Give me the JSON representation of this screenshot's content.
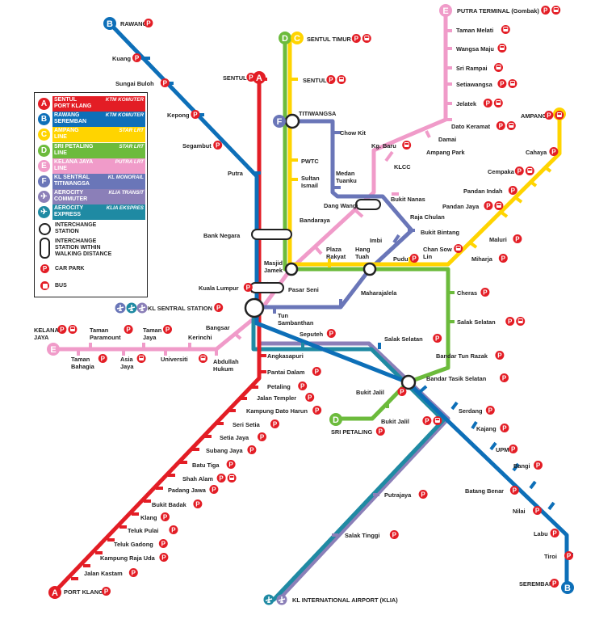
{
  "colors": {
    "A": "#e31d25",
    "B": "#0d6fb8",
    "C": "#ffd400",
    "D": "#6cbb3c",
    "E": "#f09bc9",
    "F": "#6a76b8",
    "G": "#8b7fb8",
    "H": "#1f8aa3"
  },
  "legend": {
    "lines": [
      {
        "letter": "A",
        "name": "SENTUL\nPORT KLANG",
        "type": "KTM KOMUTER"
      },
      {
        "letter": "B",
        "name": "RAWANG\nSEREMBAN",
        "type": "KTM KOMUTER"
      },
      {
        "letter": "C",
        "name": "AMPANG\nLINE",
        "type": "STAR LRT"
      },
      {
        "letter": "D",
        "name": "SRI PETALING\nLINE",
        "type": "STAR LRT"
      },
      {
        "letter": "E",
        "name": "KELANA JAYA\nLINE",
        "type": "PUTRA LRT"
      },
      {
        "letter": "F",
        "name": "KL SENTRAL\nTITIWANGSA",
        "type": "KL MONORAIL"
      },
      {
        "letter": "G",
        "icon": "plane-icon",
        "name": "AEROCITY\nCOMMUTER",
        "type": "KLIA TRANSIT"
      },
      {
        "letter": "H",
        "icon": "plane-icon",
        "name": "AEROCITY\nEXPRESS",
        "type": "KLIA EKSPRES"
      }
    ],
    "symbols": [
      {
        "icon": "interchange-circle-icon",
        "text": "INTERCHANGE\nSTATION"
      },
      {
        "icon": "walking-interchange-icon",
        "text": "INTERCHANGE\nSTATION WITHIN\nWALKING DISTANCE"
      },
      {
        "icon": "car-park-icon",
        "text": "CAR PARK"
      },
      {
        "icon": "bus-icon",
        "text": "BUS"
      }
    ]
  },
  "symbol_glyphs": {
    "car_park": "P",
    "bus": "🚌"
  },
  "terminal_badges": [
    {
      "letter": "B",
      "line": "B",
      "anchor": "rawang"
    },
    {
      "letter": "A",
      "line": "A",
      "anchor": "sentul"
    },
    {
      "letter": "D",
      "line": "D",
      "anchor": "sentul-timur-d"
    },
    {
      "letter": "C",
      "line": "C",
      "anchor": "sentul-timur-c"
    },
    {
      "letter": "E",
      "line": "E",
      "anchor": "putra-terminal"
    },
    {
      "letter": "C",
      "line": "C",
      "anchor": "ampang"
    },
    {
      "letter": "F",
      "line": "F",
      "anchor": "titiwangsa"
    },
    {
      "letter": "E",
      "line": "E",
      "anchor": "kelana-jaya"
    },
    {
      "letter": "D",
      "line": "D",
      "anchor": "sri-petaling"
    },
    {
      "letter": "A",
      "line": "A",
      "anchor": "port-klang"
    },
    {
      "letter": "B",
      "line": "B",
      "anchor": "seremban"
    }
  ],
  "stations": [
    {
      "name": "RAWANG",
      "p": true
    },
    {
      "name": "Kuang",
      "p": true
    },
    {
      "name": "Sungai Buloh",
      "p": true
    },
    {
      "name": "Kepong",
      "p": true
    },
    {
      "name": "Segambut",
      "p": true
    },
    {
      "name": "Putra"
    },
    {
      "name": "SENTUL",
      "p": true
    },
    {
      "name": "SENTUL TIMUR",
      "p": true,
      "bus": true
    },
    {
      "name": "SENTUL",
      "p": true,
      "bus": true
    },
    {
      "name": "TITIWANGSA"
    },
    {
      "name": "Chow Kit"
    },
    {
      "name": "PWTC"
    },
    {
      "name": "Sultan\nIsmail"
    },
    {
      "name": "Medan\nTuanku"
    },
    {
      "name": "Bank Negara"
    },
    {
      "name": "Bandaraya"
    },
    {
      "name": "Masjid\nJamek"
    },
    {
      "name": "Plaza\nRakyat"
    },
    {
      "name": "Hang\nTuah"
    },
    {
      "name": "Imbi"
    },
    {
      "name": "Pudu",
      "p": true
    },
    {
      "name": "Chan Sow\nLin",
      "bus": true
    },
    {
      "name": "Miharja",
      "p": true
    },
    {
      "name": "Maluri",
      "p": true
    },
    {
      "name": "Pandan Jaya",
      "p": true,
      "bus": true
    },
    {
      "name": "Pandan Indah",
      "p": true
    },
    {
      "name": "Cempaka",
      "p": true,
      "bus": true
    },
    {
      "name": "Cahaya",
      "p": true
    },
    {
      "name": "AMPANG",
      "p": true,
      "bus": true
    },
    {
      "name": "PUTRA TERMINAL (Gombak)",
      "p": true,
      "bus": true
    },
    {
      "name": "Taman Melati",
      "bus": true
    },
    {
      "name": "Wangsa Maju",
      "bus": true
    },
    {
      "name": "Sri Rampai",
      "bus": true
    },
    {
      "name": "Setiawangsa",
      "p": true,
      "bus": true
    },
    {
      "name": "Jelatek",
      "p": true,
      "bus": true
    },
    {
      "name": "Dato Keramat",
      "p": true,
      "bus": true
    },
    {
      "name": "Damai"
    },
    {
      "name": "Ampang Park"
    },
    {
      "name": "KLCC"
    },
    {
      "name": "Kg. Baru",
      "bus": true
    },
    {
      "name": "Dang Wangi"
    },
    {
      "name": "Bukit Nanas"
    },
    {
      "name": "Raja Chulan"
    },
    {
      "name": "Bukit Bintang"
    },
    {
      "name": "Kuala Lumpur",
      "p": true
    },
    {
      "name": "Pasar Seni"
    },
    {
      "name": "Maharajalela"
    },
    {
      "name": "KL SENTRAL STATION",
      "p": true
    },
    {
      "name": "Tun\nSambanthan"
    },
    {
      "name": "Bangsar"
    },
    {
      "name": "Abdullah\nHukum"
    },
    {
      "name": "Kerinchi"
    },
    {
      "name": "Universiti",
      "bus": true
    },
    {
      "name": "Taman\nJaya",
      "p": true
    },
    {
      "name": "Asia\nJaya",
      "bus": true
    },
    {
      "name": "Taman\nParamount",
      "p": true
    },
    {
      "name": "Taman\nBahagia",
      "p": true
    },
    {
      "name": "KELANA\nJAYA",
      "p": true,
      "bus": true
    },
    {
      "name": "Seputeh",
      "p": true
    },
    {
      "name": "Salak Selatan",
      "p": true
    },
    {
      "name": "Cheras",
      "p": true
    },
    {
      "name": "Salak Selatan",
      "p": true,
      "bus": true
    },
    {
      "name": "Bandar Tun Razak",
      "p": true
    },
    {
      "name": "Bandar Tasik Selatan",
      "p": true
    },
    {
      "name": "Bukit Jalil",
      "p": true
    },
    {
      "name": "Bukit Jalil",
      "p": true,
      "bus": true
    },
    {
      "name": "SRI PETALING",
      "p": true
    },
    {
      "name": "Angkasapuri"
    },
    {
      "name": "Pantai Dalam",
      "p": true
    },
    {
      "name": "Petaling",
      "p": true
    },
    {
      "name": "Jalan Templer",
      "p": true
    },
    {
      "name": "Kampung Dato Harun",
      "p": true
    },
    {
      "name": "Seri Setia",
      "p": true
    },
    {
      "name": "Setia Jaya",
      "p": true
    },
    {
      "name": "Subang Jaya",
      "p": true
    },
    {
      "name": "Batu Tiga",
      "p": true
    },
    {
      "name": "Shah Alam",
      "p": true,
      "bus": true
    },
    {
      "name": "Padang Jawa",
      "p": true
    },
    {
      "name": "Bukit Badak",
      "p": true
    },
    {
      "name": "Klang",
      "p": true
    },
    {
      "name": "Teluk Pulai",
      "p": true
    },
    {
      "name": "Teluk Gadong",
      "p": true
    },
    {
      "name": "Kampung Raja Uda",
      "p": true
    },
    {
      "name": "Jalan Kastam",
      "p": true
    },
    {
      "name": "PORT KLANG",
      "p": true
    },
    {
      "name": "Serdang",
      "p": true
    },
    {
      "name": "Kajang",
      "p": true
    },
    {
      "name": "UPM",
      "p": true
    },
    {
      "name": "Bangi",
      "p": true
    },
    {
      "name": "Batang Benar",
      "p": true
    },
    {
      "name": "Nilai",
      "p": true
    },
    {
      "name": "Labu",
      "p": true
    },
    {
      "name": "Tiroi",
      "p": true
    },
    {
      "name": "SEREMBAN",
      "p": true
    },
    {
      "name": "Putrajaya",
      "p": true
    },
    {
      "name": "Salak Tinggi",
      "p": true
    },
    {
      "name": "KL INTERNATIONAL AIRPORT (KLIA)"
    }
  ]
}
